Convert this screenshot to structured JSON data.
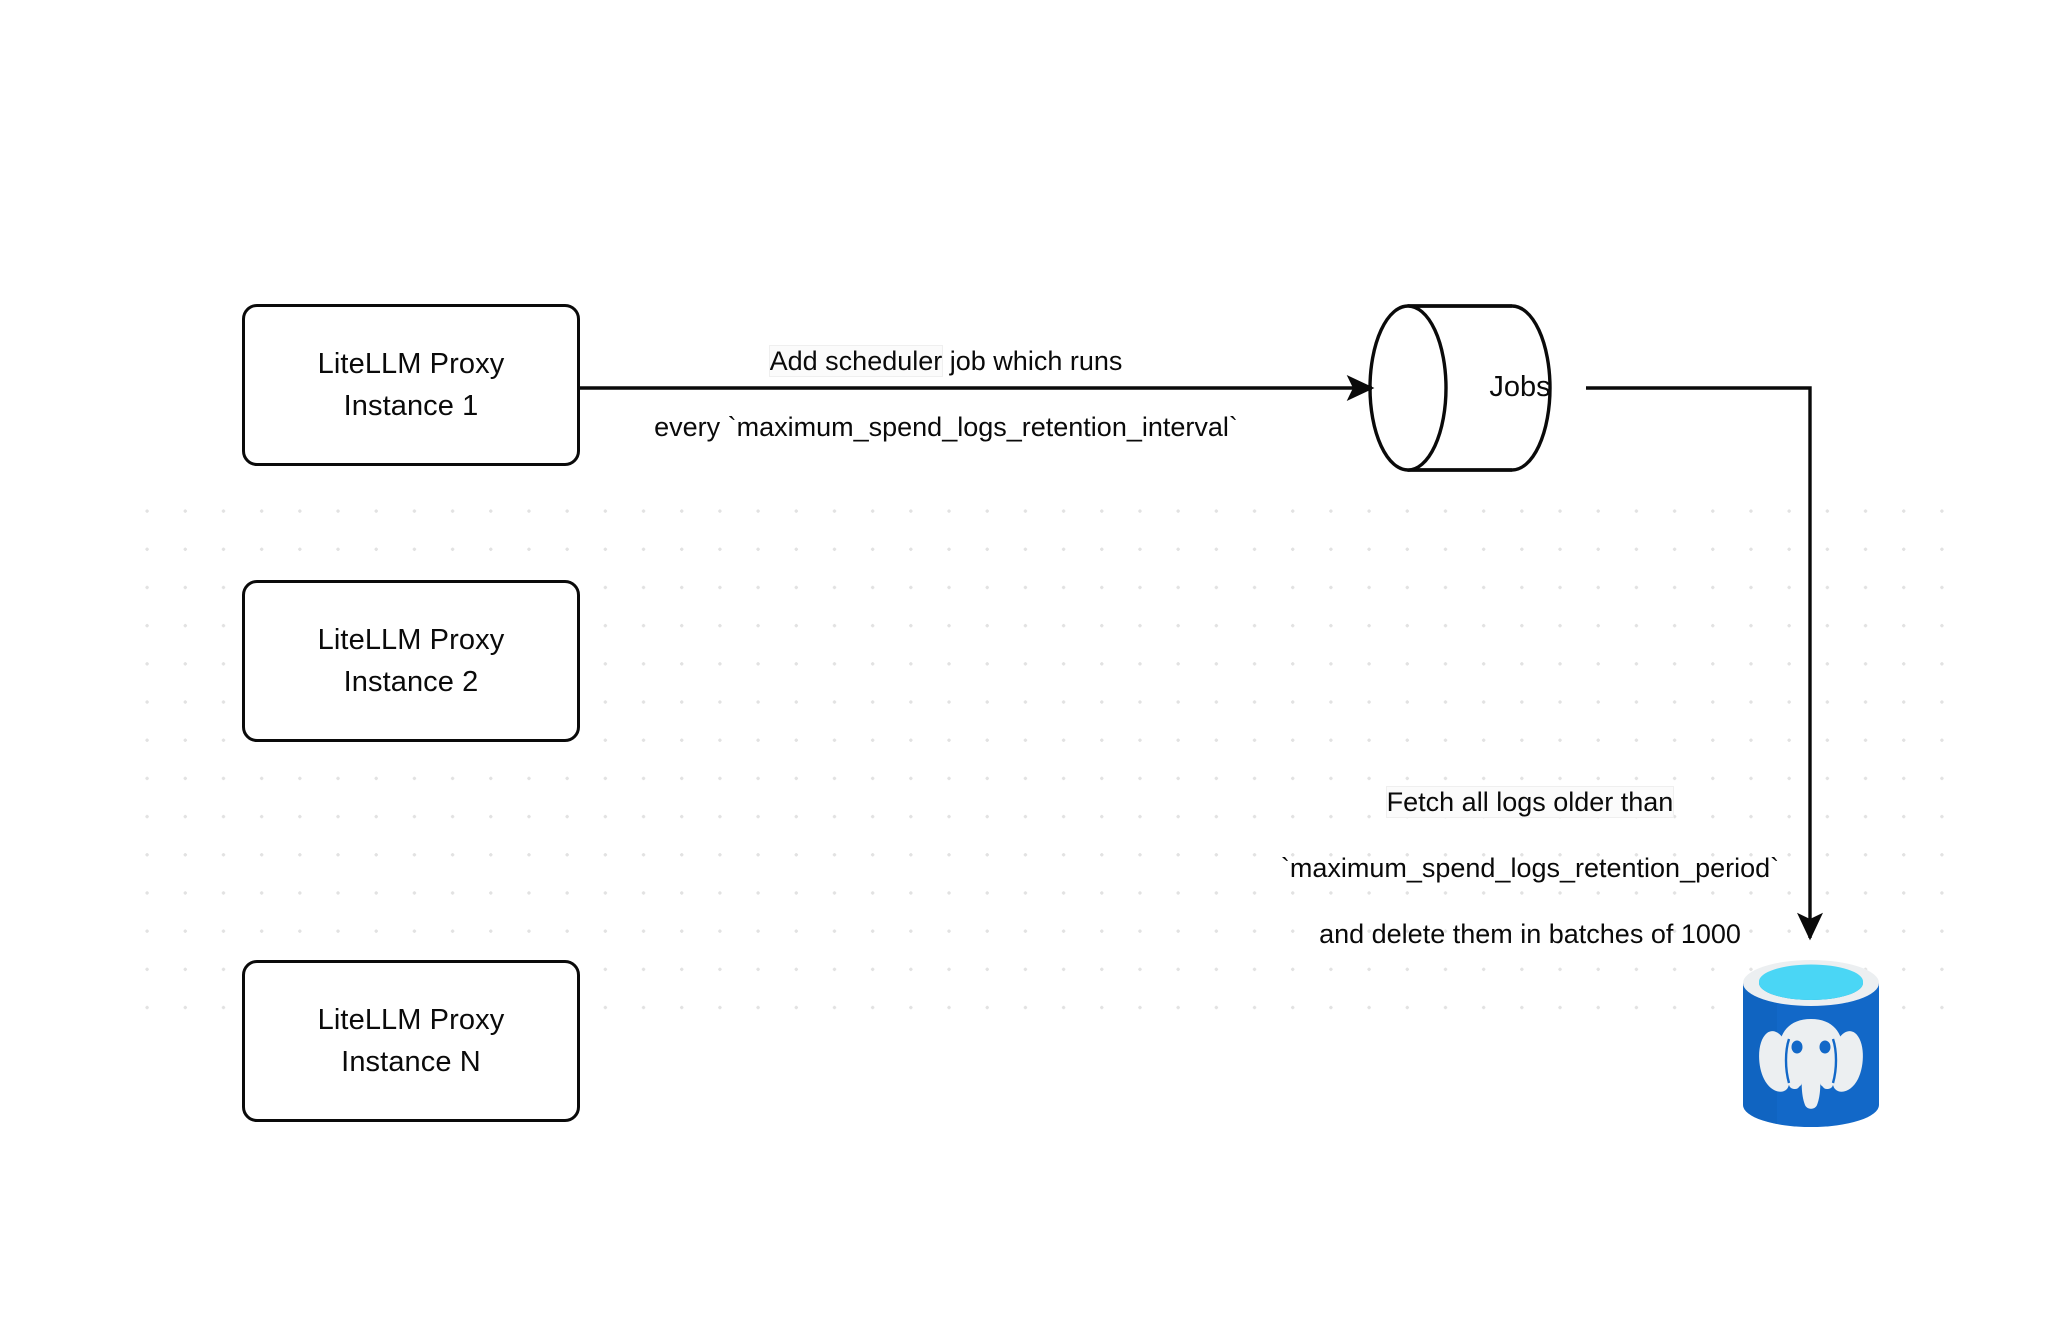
{
  "diagram": {
    "title": "LiteLLM spend logs retention scheduler flow",
    "background_color": "#ffffff",
    "stroke_color": "#0a0a0a",
    "grid_dot_color": "#e2e2e2"
  },
  "nodes": {
    "proxy_instances": [
      {
        "id": "instance-1",
        "label": "LiteLLM Proxy\nInstance 1"
      },
      {
        "id": "instance-2",
        "label": "LiteLLM Proxy\nInstance 2"
      },
      {
        "id": "instance-n",
        "label": "LiteLLM Proxy\nInstance N"
      }
    ],
    "jobs_queue": {
      "id": "jobs",
      "label": "Jobs",
      "shape": "cylinder"
    },
    "database": {
      "id": "postgres",
      "icon": "postgresql-database-icon",
      "colors": {
        "body": "#1268c8",
        "body_dark": "#0d57ad",
        "rim": "#eceff1",
        "liquid": "#4ad6f5",
        "liquid_shadow": "#1a91c4",
        "elephant": "#eceff1"
      }
    }
  },
  "edges": [
    {
      "id": "edge-scheduler",
      "from": "instance-1",
      "to": "jobs",
      "label_lines": [
        "Add scheduler job which runs",
        "every `maximum_spend_logs_retention_interval`"
      ],
      "label_highlight": "Add scheduler"
    },
    {
      "id": "edge-fetch-delete",
      "from": "jobs",
      "to": "postgres",
      "label_lines": [
        "Fetch all logs older than",
        "`maximum_spend_logs_retention_period`",
        "and delete them in batches of 1000"
      ],
      "label_highlight": "Fetch all logs older than",
      "batch_size": 1000
    }
  ]
}
